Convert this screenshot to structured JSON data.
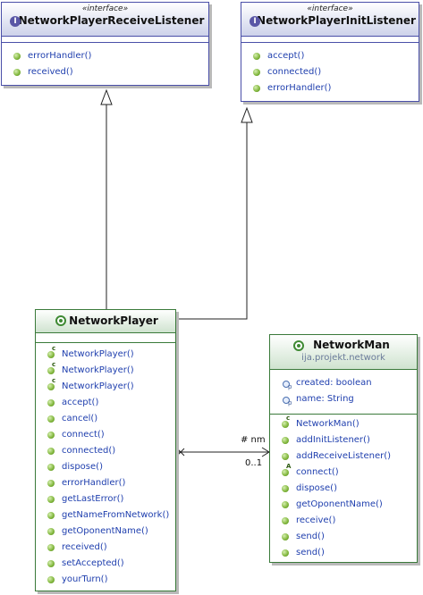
{
  "nprl": {
    "stereotype": "«interface»",
    "name": "NetworkPlayerReceiveListener",
    "methods": [
      "errorHandler()",
      "received()"
    ]
  },
  "npil": {
    "stereotype": "«interface»",
    "name": "NetworkPlayerInitListener",
    "methods": [
      "accept()",
      "connected()",
      "errorHandler()"
    ]
  },
  "np": {
    "name": "NetworkPlayer",
    "constructors": [
      "NetworkPlayer()",
      "NetworkPlayer()",
      "NetworkPlayer()"
    ],
    "methods": [
      "accept()",
      "cancel()",
      "connect()",
      "connected()",
      "dispose()",
      "errorHandler()",
      "getLastError()",
      "getNameFromNetwork()",
      "getOponentName()",
      "received()",
      "setAccepted()",
      "yourTurn()"
    ]
  },
  "nm": {
    "name": "NetworkMan",
    "package": "ija.projekt.network",
    "fields": [
      "created: boolean",
      "name: String"
    ],
    "constructors": [
      "NetworkMan()"
    ],
    "methods": [
      "addInitListener()",
      "addReceiveListener()"
    ],
    "abstract_methods": [
      "connect()"
    ],
    "methods2": [
      "dispose()",
      "getOponentName()",
      "receive()",
      "send()",
      "send()"
    ]
  },
  "assoc": {
    "role": "# nm",
    "multiplicity": "0..1"
  }
}
